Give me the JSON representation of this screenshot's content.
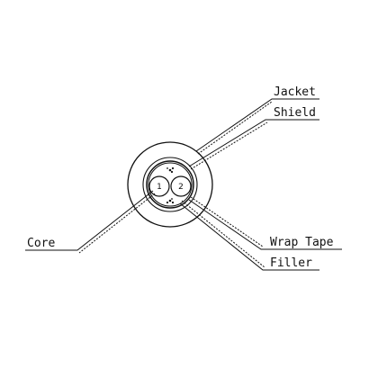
{
  "labels": {
    "jacket": "Jacket",
    "shield": "Shield",
    "core": "Core",
    "wrap_tape": "Wrap Tape",
    "filler": "Filler"
  },
  "cores": [
    "1",
    "2"
  ],
  "colors": {
    "ink": "#111111",
    "background": "#ffffff"
  }
}
